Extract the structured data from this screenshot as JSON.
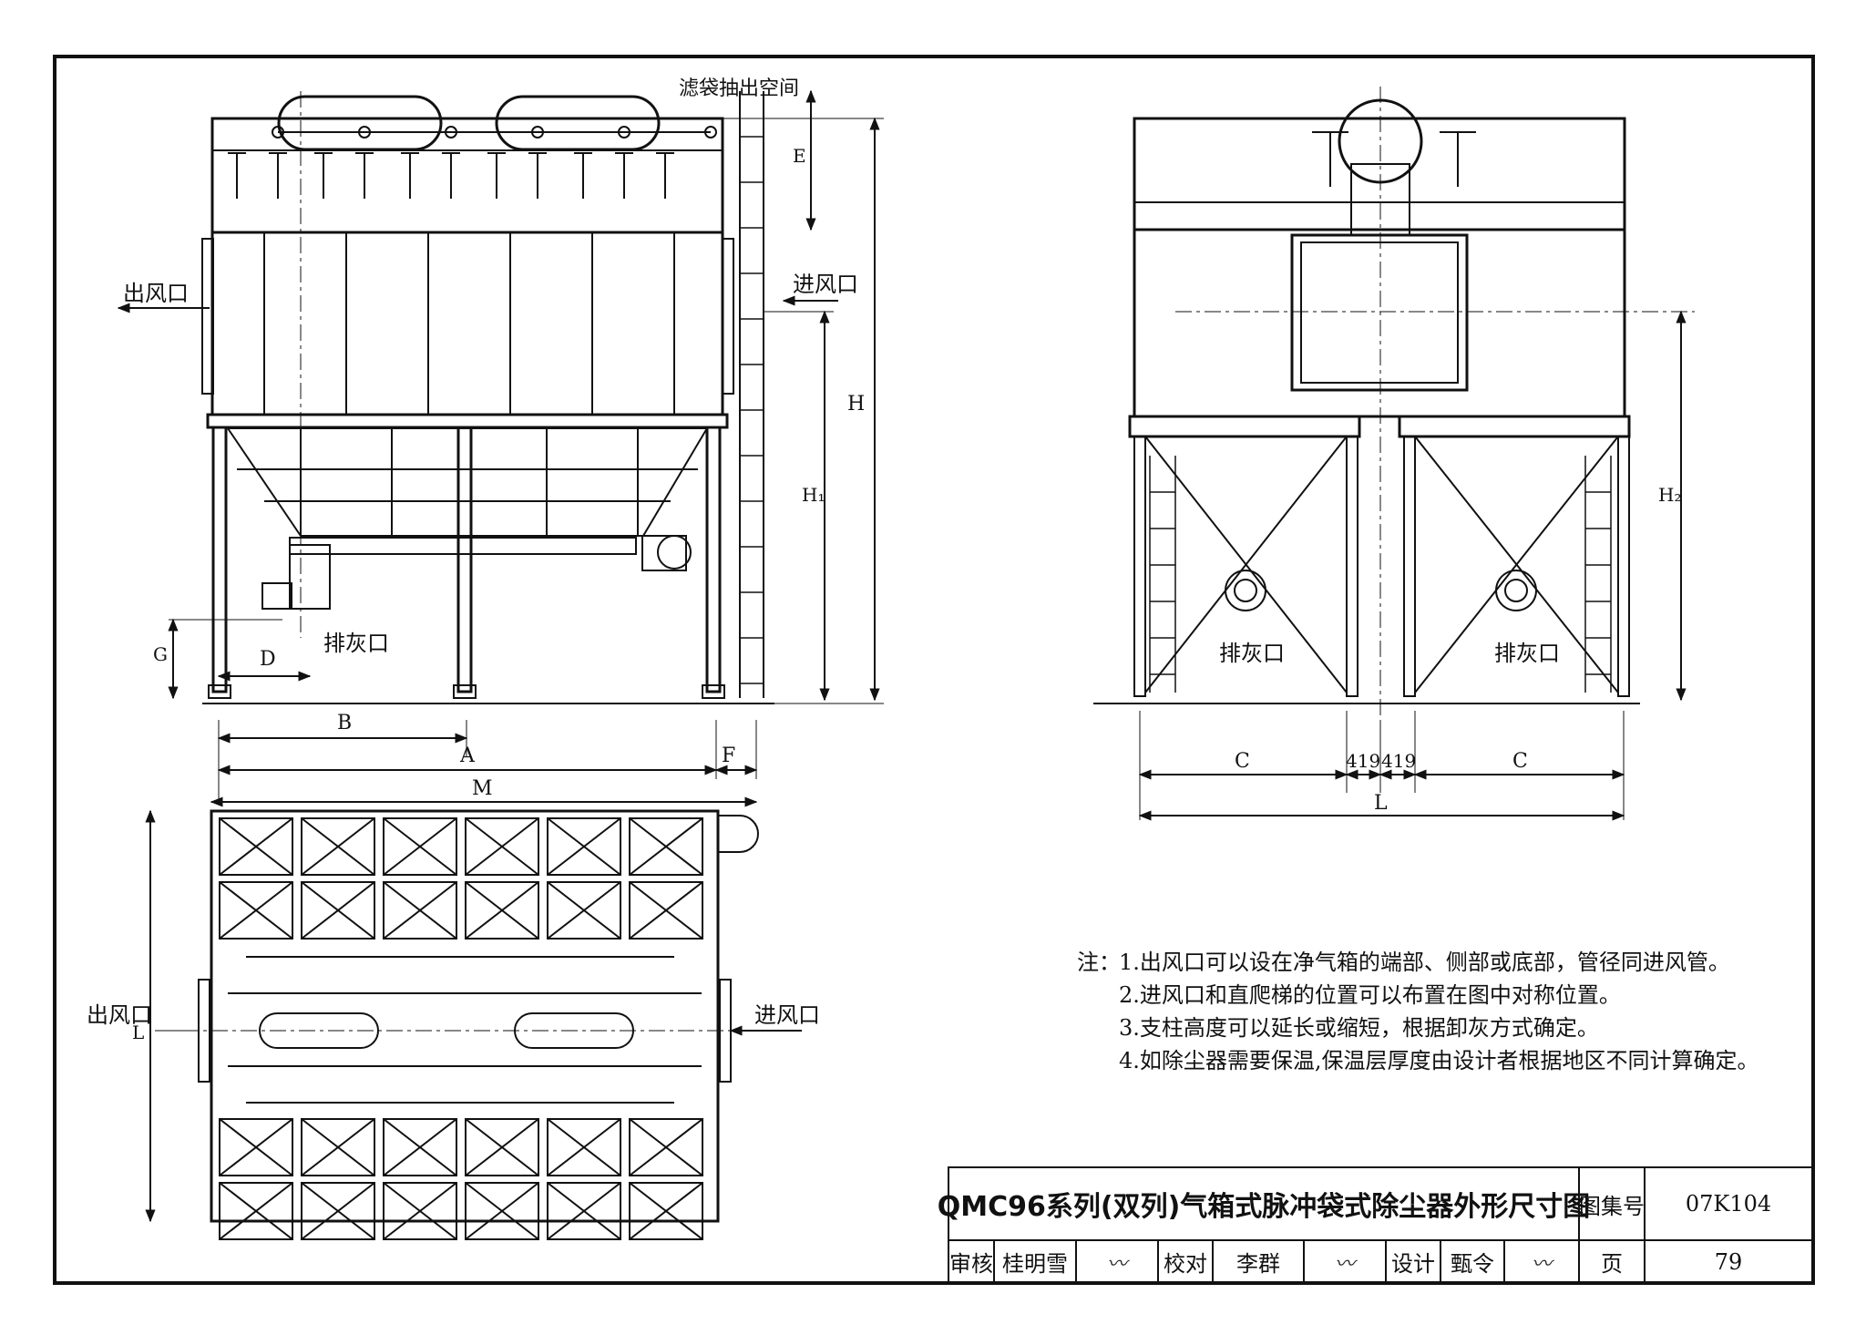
{
  "labels": {
    "bag_space": "滤袋抽出空间",
    "outlet": "出风口",
    "inlet": "进风口",
    "ash": "排灰口",
    "E": "E",
    "H": "H",
    "H1": "H₁",
    "H2": "H₂",
    "G": "G",
    "D": "D",
    "B": "B",
    "A": "A",
    "F": "F",
    "M": "M",
    "C": "C",
    "L": "L",
    "dim419a": "419",
    "dim419b": "419"
  },
  "notes": {
    "prefix": "注：",
    "items": [
      "1.出风口可以设在净气箱的端部、侧部或底部，管径同进风管。",
      "2.进风口和直爬梯的位置可以布置在图中对称位置。",
      "3.支柱高度可以延长或缩短，根据卸灰方式确定。",
      "4.如除尘器需要保温,保温层厚度由设计者根据地区不同计算确定。"
    ]
  },
  "title_block": {
    "title": "QMC96系列(双列)气箱式脉冲袋式除尘器外形尺寸图",
    "atlas_label": "图集号",
    "atlas_no": "07K104",
    "review_label": "审核",
    "reviewer": "桂明雪",
    "check_label": "校对",
    "checker": "李群",
    "design_label": "设计",
    "designer": "甄令",
    "page_label": "页",
    "page_no": "79"
  }
}
